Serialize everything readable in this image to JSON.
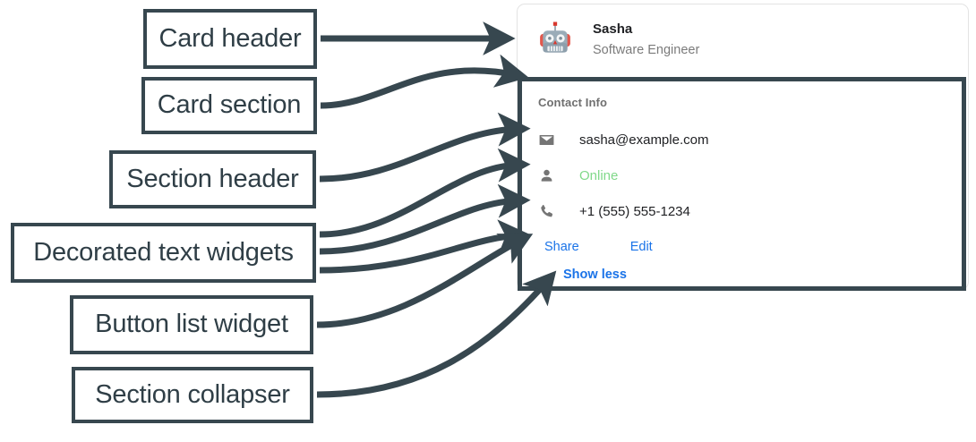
{
  "annotations": {
    "accent_color": "#37474f",
    "labels": [
      {
        "id": "card-header",
        "text": "Card header"
      },
      {
        "id": "card-section",
        "text": "Card section"
      },
      {
        "id": "section-header",
        "text": "Section header"
      },
      {
        "id": "decorated-text",
        "text": "Decorated text widgets"
      },
      {
        "id": "button-list",
        "text": "Button list widget"
      },
      {
        "id": "section-collapser",
        "text": "Section collapser"
      }
    ]
  },
  "card": {
    "header": {
      "avatar_icon": "robot-avatar-icon",
      "title": "Sasha",
      "subtitle": "Software Engineer"
    },
    "section": {
      "header": "Contact Info",
      "rows": [
        {
          "icon": "email-icon",
          "text": "sasha@example.com",
          "color": "#202124"
        },
        {
          "icon": "person-icon",
          "text": "Online",
          "color": "#81d98a"
        },
        {
          "icon": "phone-icon",
          "text": "+1 (555) 555-1234",
          "color": "#202124"
        }
      ],
      "buttons": [
        {
          "label": "Share"
        },
        {
          "label": "Edit"
        }
      ],
      "collapser": {
        "label": "Show less"
      },
      "link_color": "#1a73e8"
    }
  }
}
